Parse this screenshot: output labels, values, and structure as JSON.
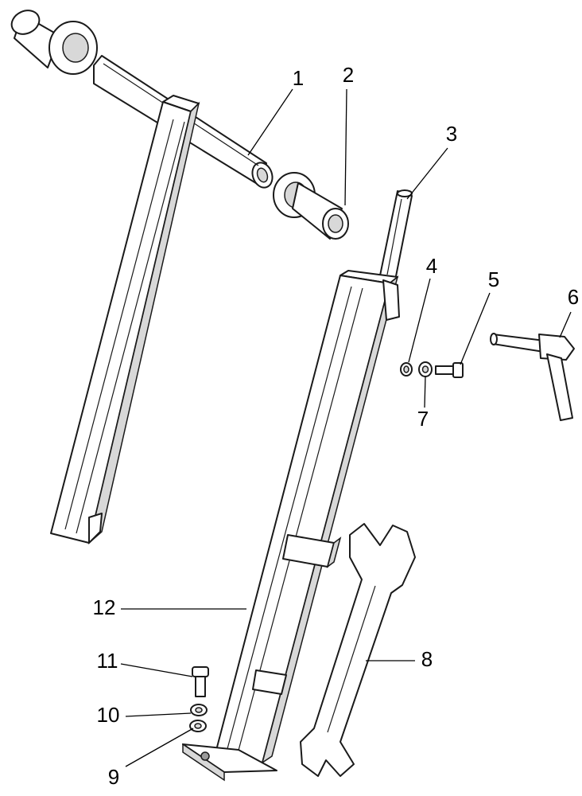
{
  "callouts": [
    {
      "id": "1",
      "label": "1"
    },
    {
      "id": "2",
      "label": "2"
    },
    {
      "id": "3",
      "label": "3"
    },
    {
      "id": "4",
      "label": "4"
    },
    {
      "id": "5",
      "label": "5"
    },
    {
      "id": "6",
      "label": "6"
    },
    {
      "id": "7",
      "label": "7"
    },
    {
      "id": "8",
      "label": "8"
    },
    {
      "id": "9",
      "label": "9"
    },
    {
      "id": "10",
      "label": "10"
    },
    {
      "id": "11",
      "label": "11"
    },
    {
      "id": "12",
      "label": "12"
    }
  ],
  "colors": {
    "line": "#1a1a1a",
    "shade": "#d8d8d8",
    "background": "#ffffff"
  }
}
